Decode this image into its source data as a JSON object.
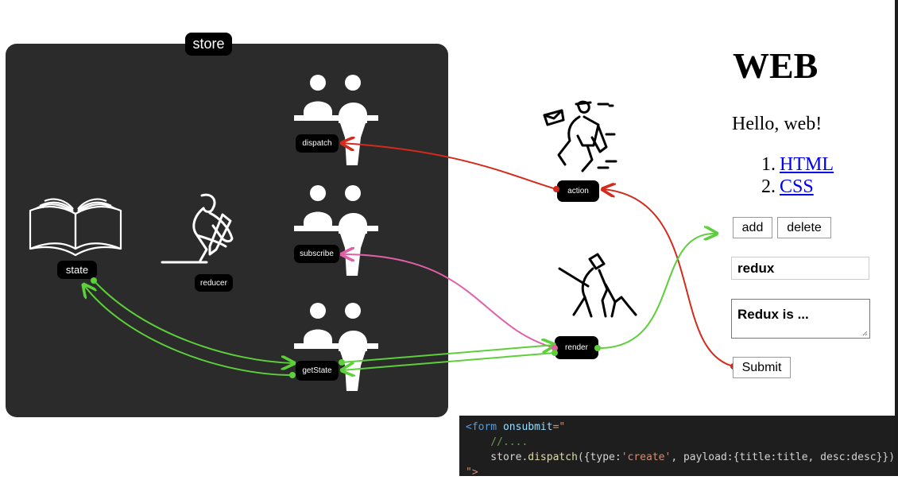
{
  "store": {
    "label": "store"
  },
  "nodes": {
    "state": "state",
    "reducer": "reducer",
    "dispatch": "dispatch",
    "subscribe": "subscribe",
    "getState": "getState",
    "action": "action",
    "render": "render"
  },
  "web": {
    "title": "WEB",
    "hello": "Hello, web!",
    "list": [
      {
        "num": "1.",
        "label": "HTML"
      },
      {
        "num": "2.",
        "label": "CSS"
      }
    ],
    "add_label": "add",
    "delete_label": "delete",
    "title_value": "redux",
    "desc_value": "Redux is ...",
    "submit_label": "Submit"
  },
  "code": {
    "line1_tag": "<form ",
    "line1_attr": "onsubmit",
    "line1_rest": "=\"",
    "line2": "    //....",
    "line3_obj": "    store.",
    "line3_fn": "dispatch",
    "line3_a": "({type:",
    "line3_s1": "'create'",
    "line3_b": ", payload:{title:title, desc:desc}});",
    "line4": "\">"
  },
  "colors": {
    "dispatch_flow": "#d42a1c",
    "subscribe_flow": "#e060a8",
    "state_flow": "#5ccf3a",
    "panel": "#2b2b2b"
  }
}
